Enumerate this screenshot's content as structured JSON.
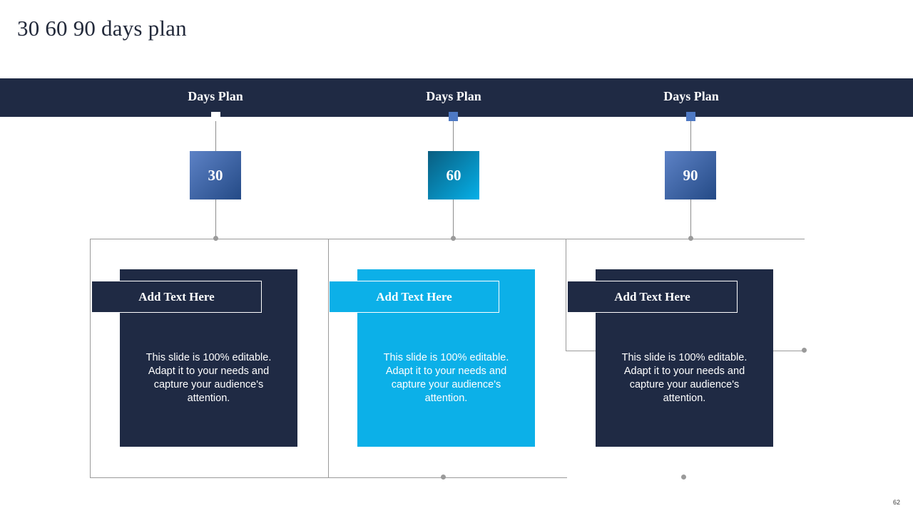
{
  "slide": {
    "title": "30 60 90 days plan",
    "page_number": "62"
  },
  "band": {
    "labels": [
      "Days Plan",
      "Days Plan",
      "Days Plan"
    ]
  },
  "columns": [
    {
      "number": "30",
      "ribbon_label": "Add Text Here",
      "body": "This slide is 100% editable. Adapt it to your needs and capture your audience's attention.",
      "accent": "#1f2a44"
    },
    {
      "number": "60",
      "ribbon_label": "Add Text Here",
      "body": "This slide is 100% editable. Adapt it to your needs and capture your audience's attention.",
      "accent": "#0cb0e8"
    },
    {
      "number": "90",
      "ribbon_label": "Add Text Here",
      "body": "This slide is 100% editable. Adapt it to your needs and capture your audience's attention.",
      "accent": "#1f2a44"
    }
  ]
}
